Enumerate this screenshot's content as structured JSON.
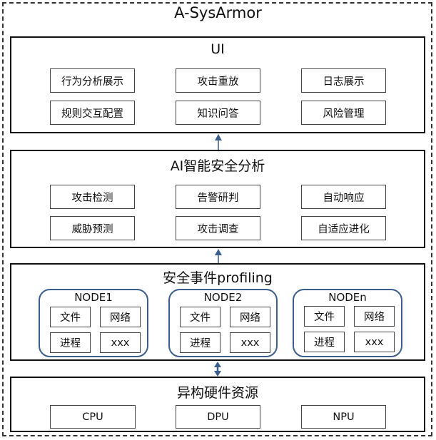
{
  "title": "A-SysArmor",
  "layers": {
    "ui": {
      "title": "UI",
      "modules": [
        "行为分析展示",
        "攻击重放",
        "日志展示",
        "规则交互配置",
        "知识问答",
        "风险管理"
      ]
    },
    "ai": {
      "title": "AI智能安全分析",
      "modules": [
        "攻击检测",
        "告警研判",
        "自动响应",
        "威胁预测",
        "攻击调查",
        "自适应进化"
      ]
    },
    "profiling": {
      "title": "安全事件profiling",
      "nodes": [
        {
          "label": "NODE1",
          "items": [
            "文件",
            "网络",
            "进程",
            "xxx"
          ]
        },
        {
          "label": "NODE2",
          "items": [
            "文件",
            "网络",
            "进程",
            "xxx"
          ]
        },
        {
          "label": "NODEn",
          "items": [
            "文件",
            "网络",
            "进程",
            "xxx"
          ]
        }
      ]
    },
    "hardware": {
      "title": "异构硬件资源",
      "modules": [
        "CPU",
        "DPU",
        "NPU"
      ]
    }
  },
  "colors": {
    "arrow": "#3b5e8c",
    "node_border": "#3b5e8c",
    "box_border": "#444444"
  }
}
